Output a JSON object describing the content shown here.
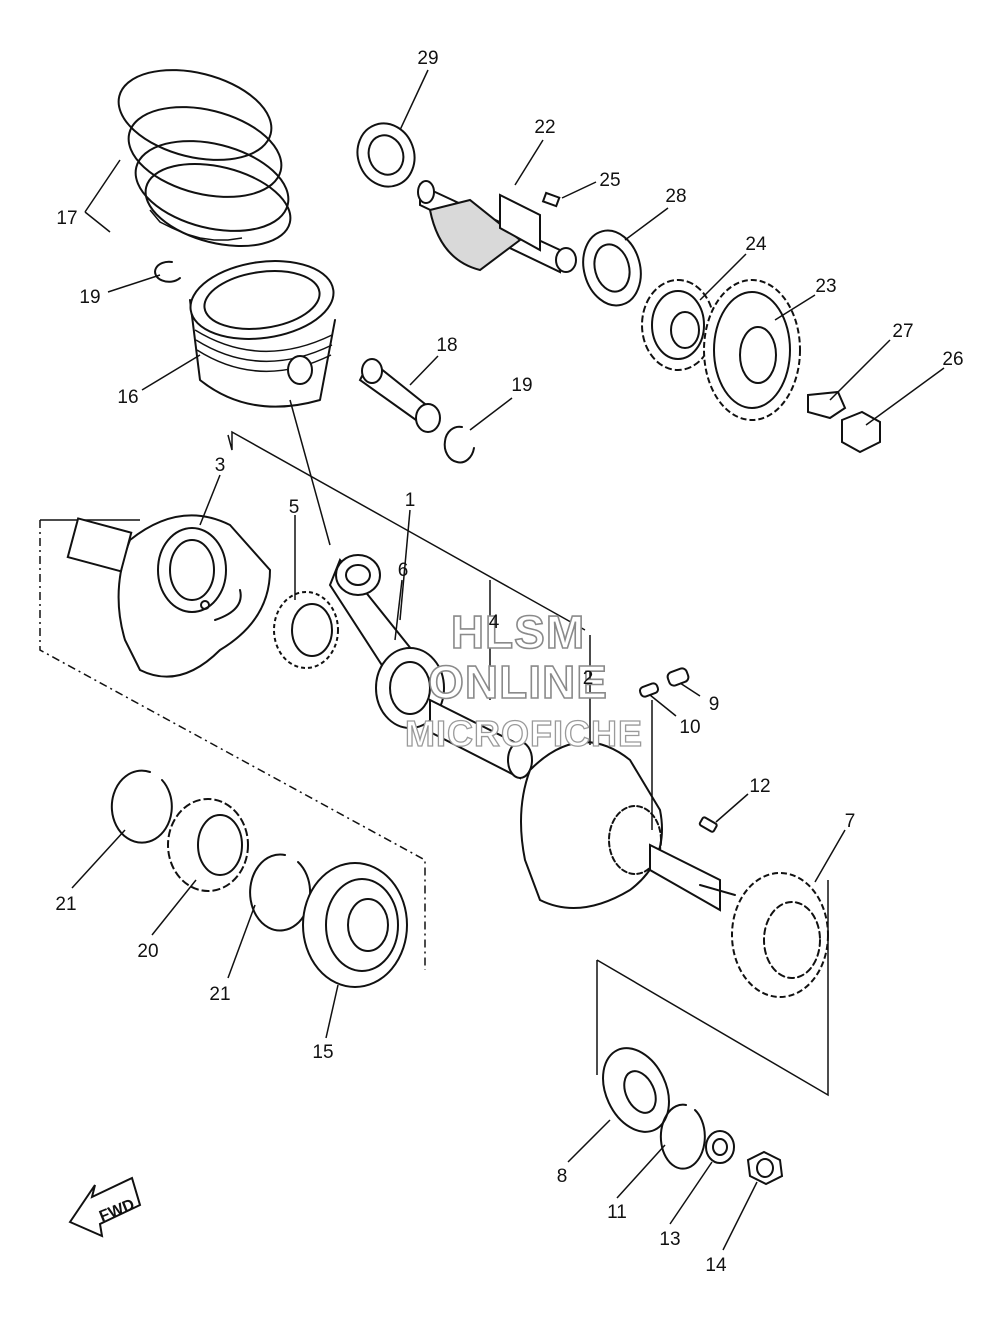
{
  "labels": [
    {
      "id": "29",
      "text": "29"
    },
    {
      "id": "22",
      "text": "22"
    },
    {
      "id": "25",
      "text": "25"
    },
    {
      "id": "28",
      "text": "28"
    },
    {
      "id": "24",
      "text": "24"
    },
    {
      "id": "23",
      "text": "23"
    },
    {
      "id": "27",
      "text": "27"
    },
    {
      "id": "26",
      "text": "26"
    },
    {
      "id": "17",
      "text": "17"
    },
    {
      "id": "19a",
      "text": "19"
    },
    {
      "id": "16",
      "text": "16"
    },
    {
      "id": "18",
      "text": "18"
    },
    {
      "id": "19b",
      "text": "19"
    },
    {
      "id": "3",
      "text": "3"
    },
    {
      "id": "5",
      "text": "5"
    },
    {
      "id": "1",
      "text": "1"
    },
    {
      "id": "6",
      "text": "6"
    },
    {
      "id": "4",
      "text": "4"
    },
    {
      "id": "2",
      "text": "2"
    },
    {
      "id": "9",
      "text": "9"
    },
    {
      "id": "10",
      "text": "10"
    },
    {
      "id": "12",
      "text": "12"
    },
    {
      "id": "7",
      "text": "7"
    },
    {
      "id": "21a",
      "text": "21"
    },
    {
      "id": "20",
      "text": "20"
    },
    {
      "id": "21b",
      "text": "21"
    },
    {
      "id": "15",
      "text": "15"
    },
    {
      "id": "8",
      "text": "8"
    },
    {
      "id": "11",
      "text": "11"
    },
    {
      "id": "13",
      "text": "13"
    },
    {
      "id": "14",
      "text": "14"
    }
  ],
  "watermark": {
    "line1": "HLSM",
    "line2": "ONLINE",
    "line3": "MICROFICHE"
  },
  "fwd_badge": "FWD"
}
